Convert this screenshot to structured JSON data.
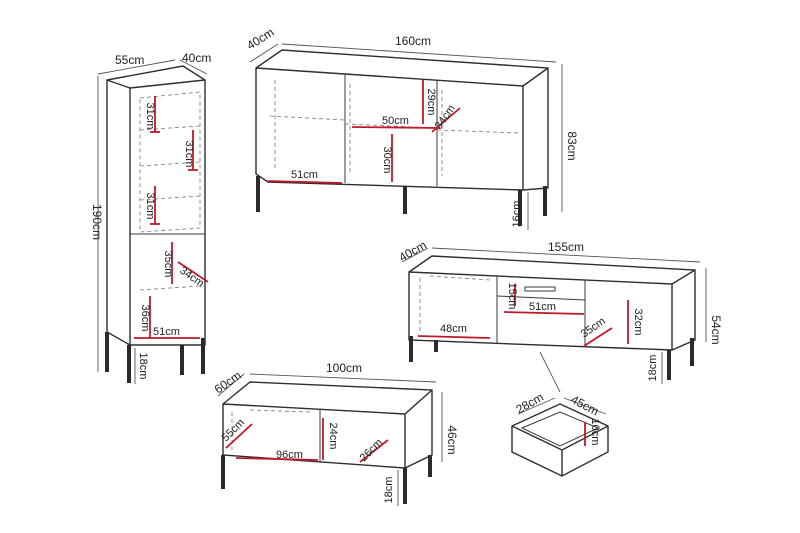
{
  "colors": {
    "dimension_marker": "#c0182a",
    "outline": "#2e2e2e"
  },
  "cabinet_tall": {
    "width": "55cm",
    "depth": "40cm",
    "height": "190cm",
    "shelf_1": "31cm",
    "shelf_2": "31cm",
    "shelf_3": "31cm",
    "inner_upper": "35cm",
    "inner_depth": "34cm",
    "inner_lower": "36cm",
    "inner_width": "51cm",
    "leg_height": "18cm"
  },
  "sideboard": {
    "depth": "40cm",
    "width": "160cm",
    "height": "83cm",
    "upper_height": "29cm",
    "middle_width": "50cm",
    "inner_depth": "34cm",
    "lower_height": "30cm",
    "left_width": "51cm",
    "leg_height": "16cm"
  },
  "tv_bench": {
    "depth": "40cm",
    "width": "155cm",
    "height": "54cm",
    "drawer_height": "15cm",
    "drawer_width": "51cm",
    "left_width": "48cm",
    "inner_depth": "35cm",
    "right_height": "32cm",
    "leg_height": "18cm"
  },
  "coffee_table": {
    "depth": "60cm",
    "width": "100cm",
    "height": "46cm",
    "inner_depth": "55cm",
    "inner_width": "96cm",
    "inner_height": "24cm",
    "inner_depth_2": "26cm",
    "leg_height": "18cm"
  },
  "drawer": {
    "depth": "28cm",
    "width": "45cm",
    "height": "10cm"
  }
}
